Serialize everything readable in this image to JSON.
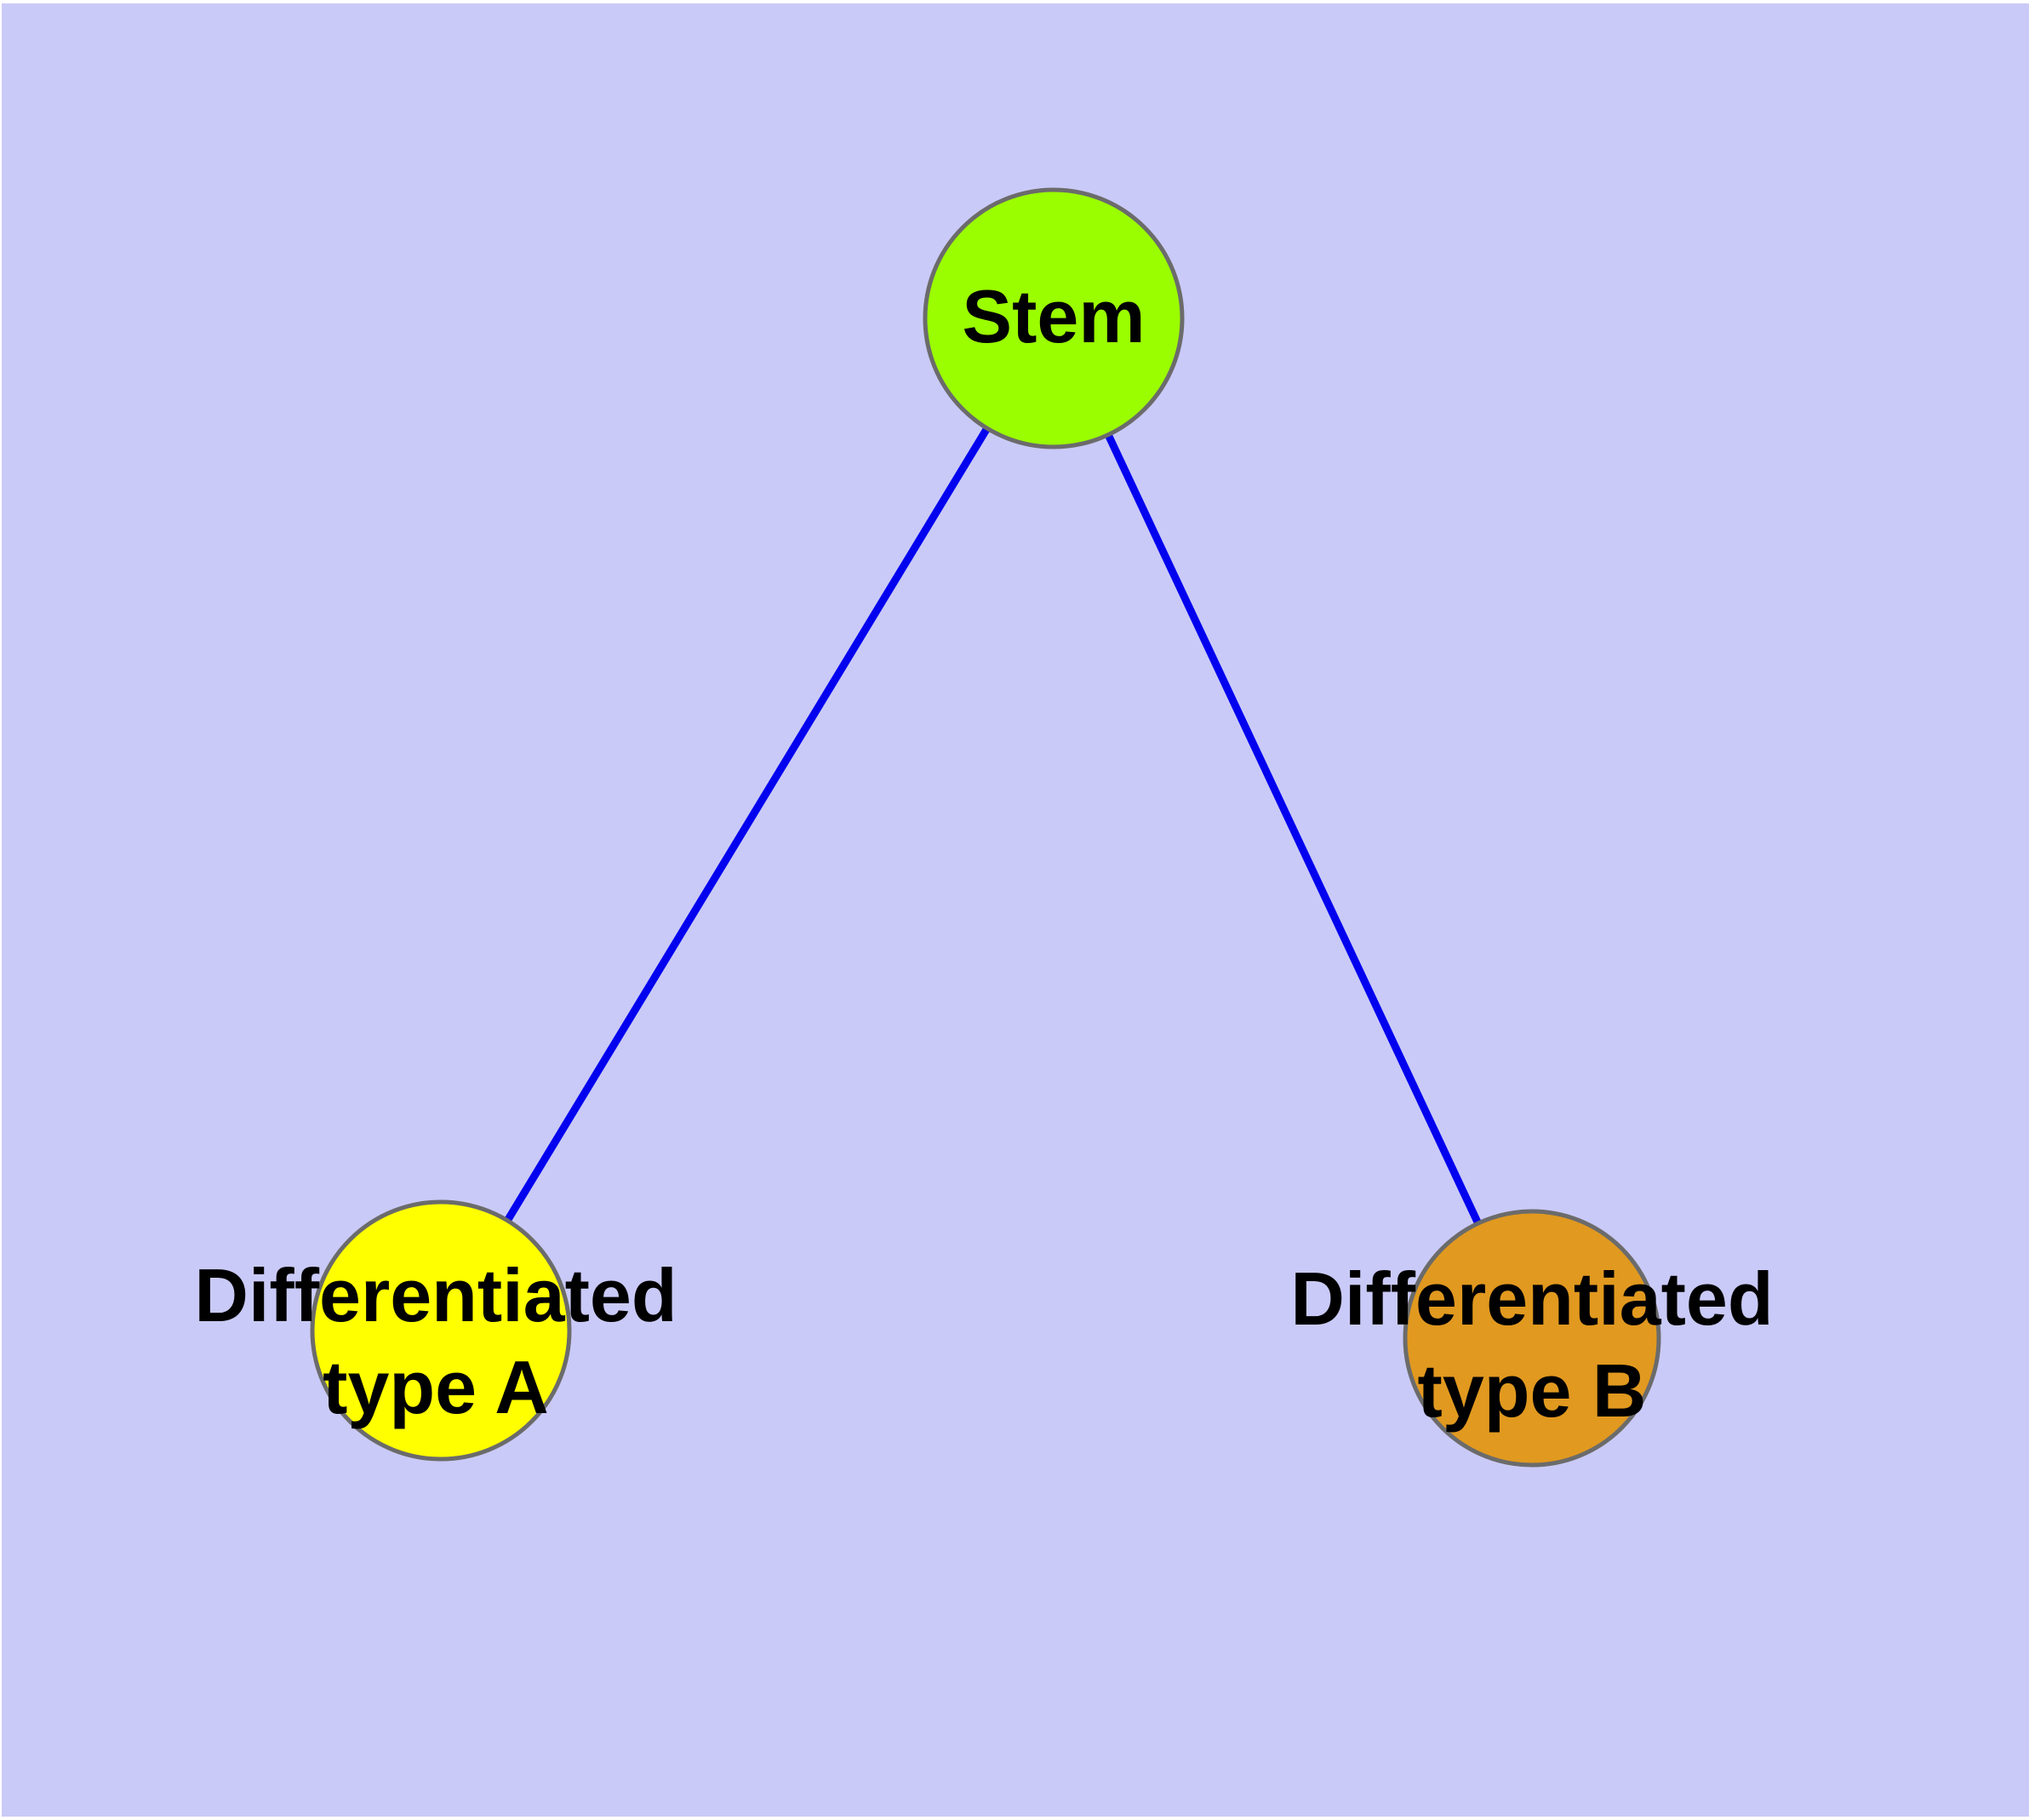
{
  "graph": {
    "background_color": "#CACAF8",
    "page_margin_color": "#FFFFFF",
    "node_border_color": "#6B6B6B",
    "edge_color": "#0202EF",
    "label_color": "#000000",
    "nodes": {
      "stem": {
        "label": "Stem",
        "color": "#9AFE00"
      },
      "type_a": {
        "label": "Differentiated\ntype A",
        "color": "#FFFF00"
      },
      "type_b": {
        "label": "Differentiated\ntype B",
        "color": "#E1991F"
      }
    },
    "edges": [
      {
        "from": "Stem",
        "to": "Differentiated type A"
      },
      {
        "from": "Stem",
        "to": "Differentiated type B"
      }
    ]
  }
}
